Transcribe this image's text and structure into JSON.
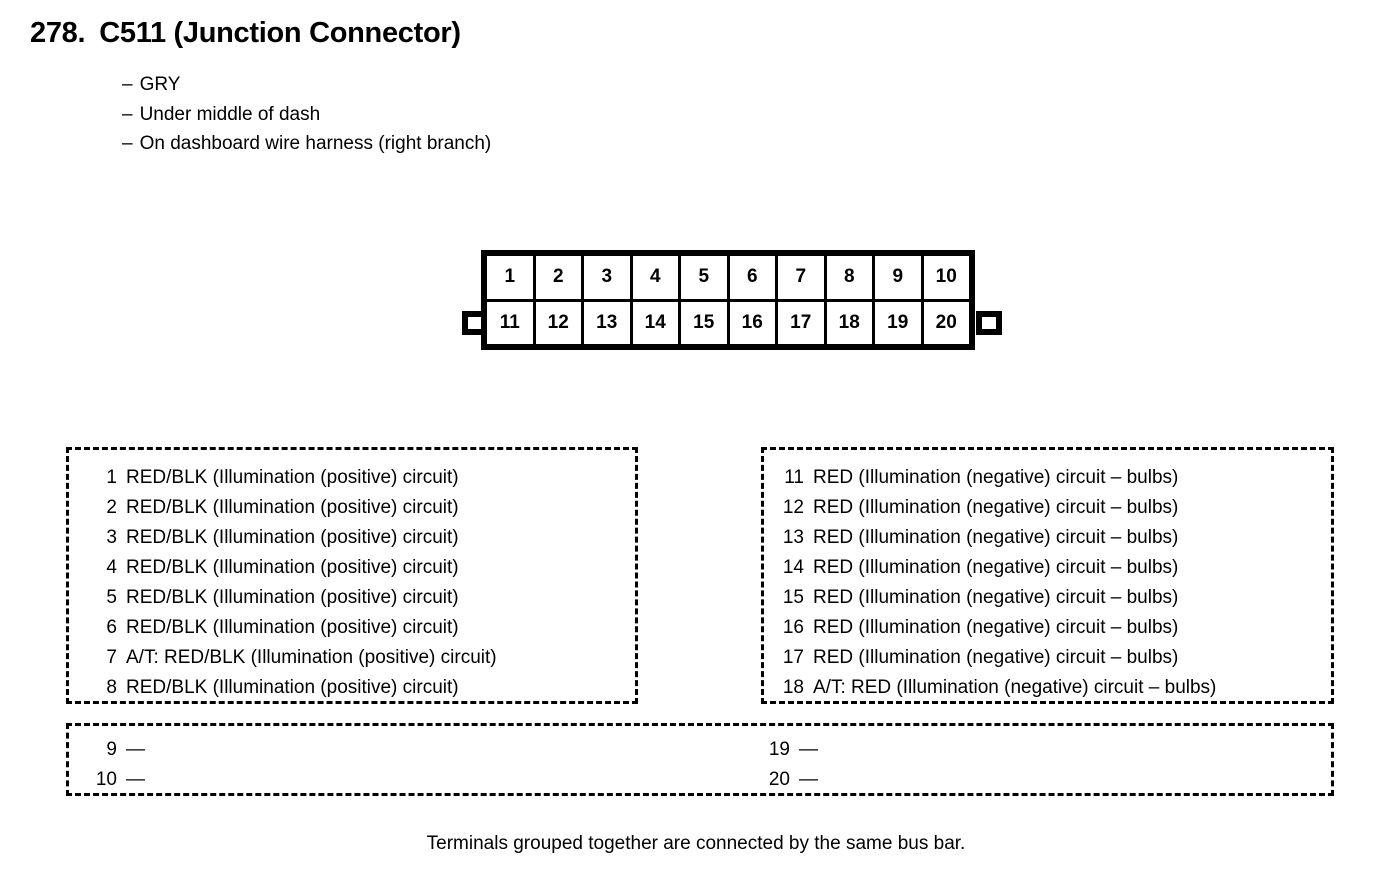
{
  "header": {
    "number": "278.",
    "title": "C511 (Junction Connector)",
    "bullet_dash": "–",
    "bullets": [
      "GRY",
      "Under middle of dash",
      "On dashboard wire harness (right branch)"
    ]
  },
  "connector": {
    "top_row": [
      "1",
      "2",
      "3",
      "4",
      "5",
      "6",
      "7",
      "8",
      "9",
      "10"
    ],
    "bottom_row": [
      "11",
      "12",
      "13",
      "14",
      "15",
      "16",
      "17",
      "18",
      "19",
      "20"
    ]
  },
  "terminals_left": [
    {
      "pin": "1",
      "desc": "RED/BLK (Illumination (positive) circuit)"
    },
    {
      "pin": "2",
      "desc": "RED/BLK (Illumination (positive) circuit)"
    },
    {
      "pin": "3",
      "desc": "RED/BLK (Illumination (positive) circuit)"
    },
    {
      "pin": "4",
      "desc": "RED/BLK (Illumination (positive) circuit)"
    },
    {
      "pin": "5",
      "desc": "RED/BLK (Illumination (positive) circuit)"
    },
    {
      "pin": "6",
      "desc": "RED/BLK (Illumination (positive) circuit)"
    },
    {
      "pin": "7",
      "desc": "A/T: RED/BLK (Illumination (positive) circuit)"
    },
    {
      "pin": "8",
      "desc": "RED/BLK (Illumination (positive) circuit)"
    }
  ],
  "terminals_right": [
    {
      "pin": "11",
      "desc": "RED (Illumination (negative) circuit – bulbs)"
    },
    {
      "pin": "12",
      "desc": "RED (Illumination (negative) circuit – bulbs)"
    },
    {
      "pin": "13",
      "desc": "RED (Illumination (negative) circuit – bulbs)"
    },
    {
      "pin": "14",
      "desc": "RED (Illumination (negative) circuit – bulbs)"
    },
    {
      "pin": "15",
      "desc": "RED (Illumination (negative) circuit – bulbs)"
    },
    {
      "pin": "16",
      "desc": "RED (Illumination (negative) circuit – bulbs)"
    },
    {
      "pin": "17",
      "desc": "RED (Illumination (negative) circuit – bulbs)"
    },
    {
      "pin": "18",
      "desc": "A/T: RED (Illumination (negative) circuit – bulbs)"
    }
  ],
  "terminals_unused_left": [
    {
      "pin": "9",
      "desc": "—"
    },
    {
      "pin": "10",
      "desc": "—"
    }
  ],
  "terminals_unused_right": [
    {
      "pin": "19",
      "desc": "—"
    },
    {
      "pin": "20",
      "desc": "—"
    }
  ],
  "footer": {
    "note": "Terminals grouped together are connected by the same bus bar."
  },
  "colors": {
    "ink": "#000000",
    "paper": "#ffffff"
  }
}
